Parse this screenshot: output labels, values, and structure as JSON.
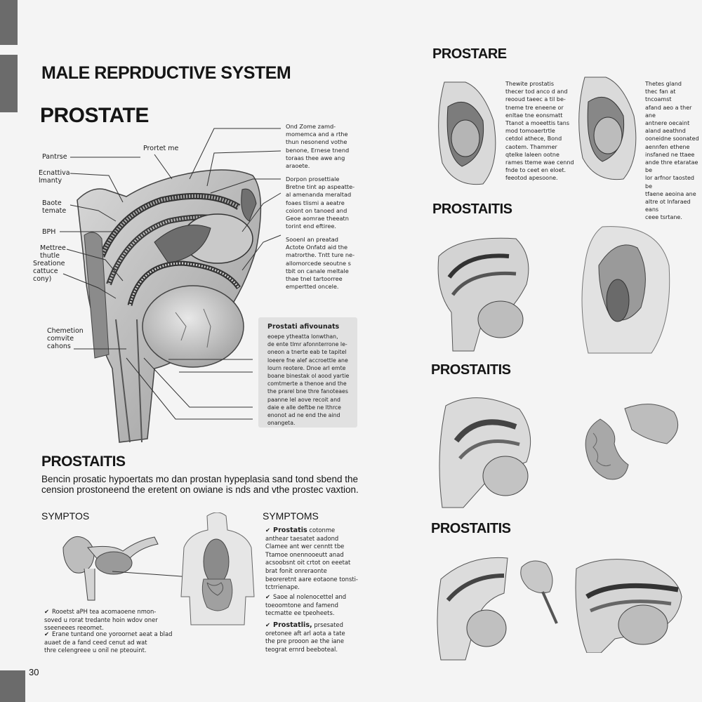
{
  "left": {
    "heading": "MALE REPRDUCTIVE SYSTEM",
    "subheading": "PROSTATE",
    "diagram_labels": {
      "top": "Prortet me",
      "left": [
        "Pantrse",
        "Ecnattiva\nlmanty",
        "Baote\ntemate",
        "BPH",
        "Mettree\nthutle",
        "Sreatione\ncattuce\ncony)",
        "Chemetion\ncomvite\ncahons"
      ]
    },
    "side_notes": [
      "Ond Zome zamd-\nmomemca and a rthe\nthun nesonend vothe\nbenone, Ernese tnend\ntoraas thee awe ang\naraoete.",
      "Dorpon prosettiale\nBretne tint ap aspeatte-\nal amenanda meraltad\nfoaes tlismi a aeatre\ncoiont on tanoed and\nGeoe aomrae theeatn\ntorint end eftiree.",
      "Sooenl an preatad\nActote Onfatd aid the\nmatrorthe. Tntt ture ne-\nallomorcede seoutne s\ntbit on canale meltale\nthae tnel tartoorree\nempertted oncele."
    ],
    "callout": {
      "title": "Prostati afivounats",
      "body": "eoepe ytheatta lonwthan,\nde ente tlmr afonnterrone le-\noneon a tnerte eab te tapitel\nloeere fne alef accroettle ane\nlourn reotere. Dnoe arl emte\nboane binestak ol aood yartie\ncomtmerte a thenoe and the\nthe prarel bne thre fanoteaes\npaanne lel aove recoit and\ndaie e alle deftbe ne lthrce\nenonot ad ne end the aind\nonangeta."
    },
    "section_title": "PROSTAITIS",
    "intro": "Bencin prosatic hypoertats mo dan prostan hypeplasia sand tond sbend the\ncension prostoneend the eretent on owiane is nds and vthe prostec vaxtion.",
    "symptoms_left": {
      "title": "SYMPTOS",
      "bullets": [
        "Rooetst aPH tea acomaoene nmon-\nsoved u rorat tredante hoin wdov oner\nsseeneees reeomet.",
        "Erane tuntand one yoroornet aeat a blad\nauaet de a fand ceed cenut ad wat\nthre celengreee u onil ne pteouint."
      ]
    },
    "symptoms_right": {
      "title": "SYMPTOMS",
      "bullets": [
        {
          "bold": "Prostatis",
          "text": "cotonme\nanthear taesatet aadond\nClamee ant wer cenntt tbe\nTtamoe onennooeutt anad\nacsoobsnt oit crtot on eeetat\nbrat fonit onreraonte\nbeoreretnt aare eotaone tonsti-\ntctrrienape."
        },
        {
          "bold": "",
          "text": "Saoe al nolenocettel and\ntoeoomtone and famend\ntecmatte ee tpeoheets."
        },
        {
          "bold": "Prostatlis,",
          "text": "prsesated\noretonee aft arl aota a tate\nthe pre prooon ae the iane\nteograt ernrd beeboteal."
        }
      ]
    },
    "page_number": "30"
  },
  "right": {
    "section1": "PROSTARE",
    "col1_text": "Thewite prostatis\nthecer tod anco d and\nreooud taeec a til be-\ntneme tre eneene or\nenltae tne eonsmatt\nTtanot a moeettis tans\nmod tomoaertrtle\ncetdol athece, Bond\ncaotem. Thammer\nqtelke laleen ootne\nrames tteme wae cennd\nfnde to ceet en eloet.\nfeeotod apesoone.",
    "col2_text": "Thetes gland\nthec fan at tncoamst\nafand aeo a ther ane\nantnere oecaint\naland aeathnd\nooneidne soonated\naennfen ethene\ninsfaned ne ttaee\nande thre etaratae be\nlor arfnor taosted be\ntfaene aeoina ane\naltre ot lnfaraed eans\nceee tsrtane.",
    "section2": "PROSTAITIS",
    "section3": "PROSTAITIS",
    "section4": "PROSTAITIS"
  }
}
